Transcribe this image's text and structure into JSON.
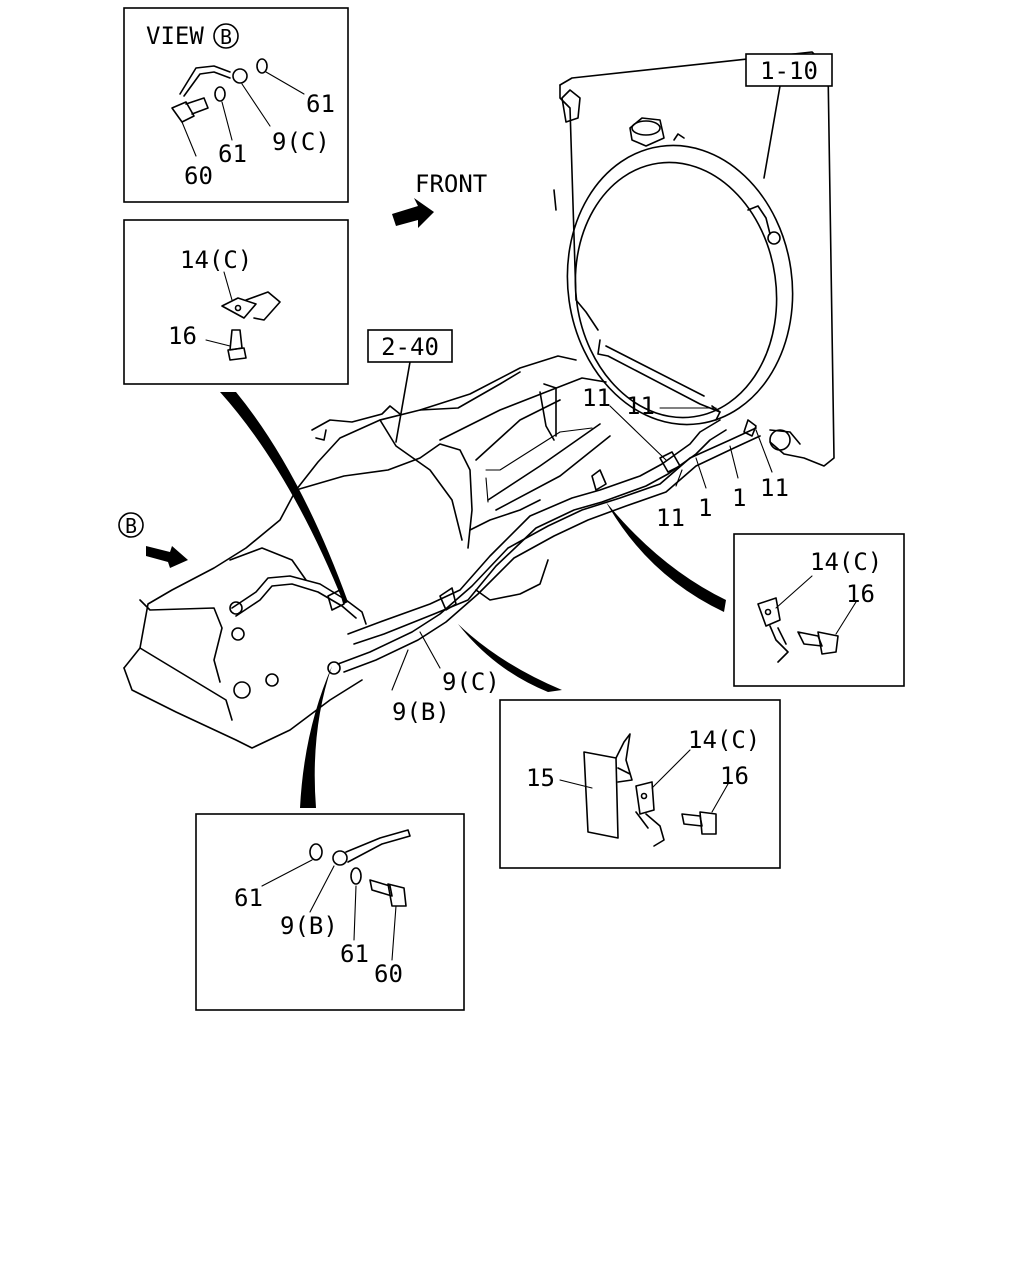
{
  "labels": {
    "ref_radiator": "1-10",
    "ref_transmission": "2-40",
    "front": "FRONT",
    "view_b_title_prefix": "VIEW",
    "view_b_letter": "B",
    "view_b_arrow_letter": "B",
    "p_9c_main": "9(C)",
    "p_9b_main": "9(B)",
    "p_11_a": "11",
    "p_11_b": "11",
    "p_11_c": "11",
    "p_11_d": "11",
    "p_1_a": "1",
    "p_1_b": "1",
    "viewb_61_a": "61",
    "viewb_61_b": "61",
    "viewb_9c": "9(C)",
    "viewb_60": "60",
    "d2_14c": "14(C)",
    "d2_16": "16",
    "d3_14c": "14(C)",
    "d3_16": "16",
    "d4_15": "15",
    "d4_14c": "14(C)",
    "d4_16": "16",
    "d5_61_a": "61",
    "d5_9b": "9(B)",
    "d5_61_b": "61",
    "d5_60": "60"
  }
}
